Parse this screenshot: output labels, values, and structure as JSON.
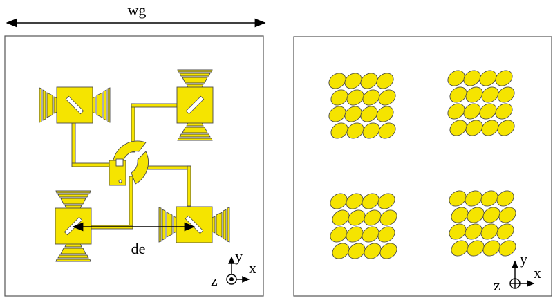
{
  "colors": {
    "metal": "#f5e400",
    "outline": "#4a4a4a",
    "panel_border": "#555555",
    "ink": "#000000"
  },
  "labels": {
    "width": "wg",
    "spacing": "de"
  },
  "left_axes": {
    "z": "z",
    "y": "y",
    "x": "x",
    "z_symbol": "dot-in-circle"
  },
  "right_axes": {
    "z": "z",
    "y": "y",
    "x": "x",
    "z_symbol": "cross-in-circle"
  },
  "left_panel": {
    "element_count": 4
  },
  "right_panel": {
    "cluster_count": 4,
    "grid": "4x4",
    "shape": "ellipse"
  }
}
